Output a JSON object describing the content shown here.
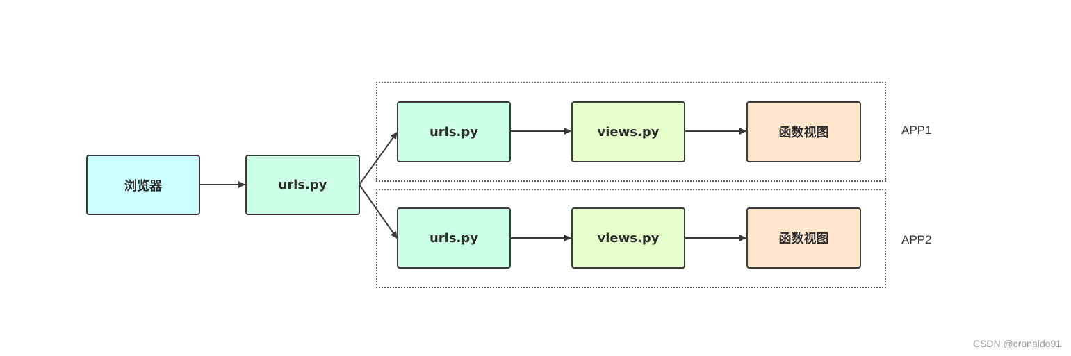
{
  "diagram": {
    "browser": {
      "label": "浏览器"
    },
    "root_urls": {
      "label": "urls.py"
    },
    "apps": [
      {
        "name": "APP1",
        "urls": "urls.py",
        "views": "views.py",
        "func": "函数视图"
      },
      {
        "name": "APP2",
        "urls": "urls.py",
        "views": "views.py",
        "func": "函数视图"
      }
    ]
  },
  "colors": {
    "browser_fill": "#ccffff",
    "urls_fill": "#ccffe6",
    "views_fill": "#e6ffcc",
    "func_fill": "#ffe6cc",
    "stroke": "#3a3a3a"
  },
  "watermark": "CSDN @cronaldo91"
}
